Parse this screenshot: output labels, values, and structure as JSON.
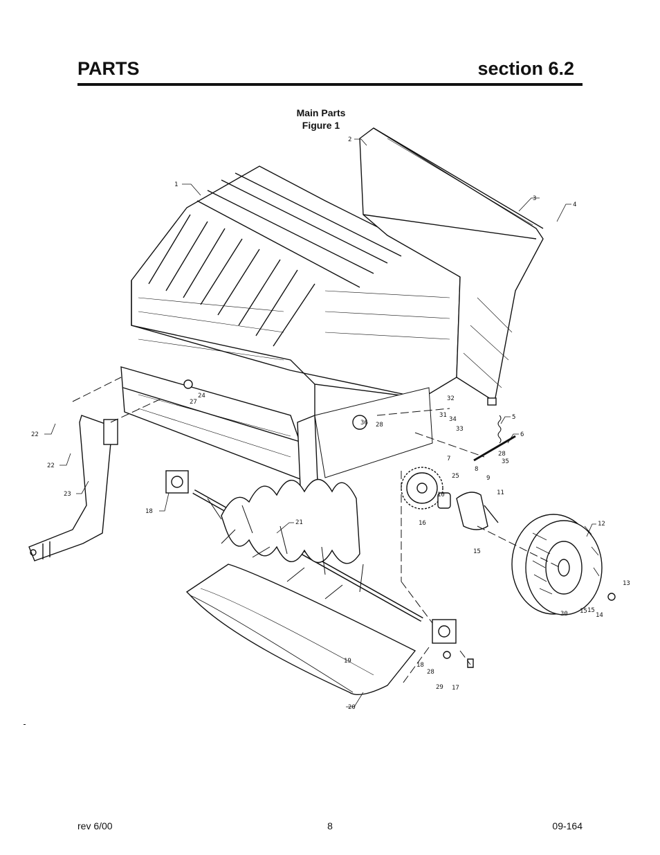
{
  "header": {
    "title": "PARTS",
    "section": "section 6.2"
  },
  "figure": {
    "title_line1": "Main Parts",
    "title_line2": "Figure 1",
    "callouts": [
      "1",
      "2",
      "3",
      "4",
      "5",
      "6",
      "7",
      "8",
      "9",
      "10",
      "11",
      "12",
      "13",
      "14",
      "15",
      "15",
      "15",
      "16",
      "17",
      "18",
      "18",
      "19",
      "20",
      "21",
      "22",
      "22",
      "23",
      "24",
      "25",
      "27",
      "28",
      "28",
      "28",
      "29",
      "30",
      "31",
      "32",
      "33",
      "34",
      "35",
      "36"
    ]
  },
  "footer": {
    "revision": "rev 6/00",
    "page": "8",
    "doc_number": "09-164"
  }
}
